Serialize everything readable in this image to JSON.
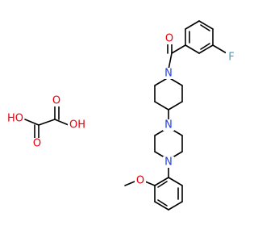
{
  "colors": {
    "bond": "#000000",
    "carbon": "#000000",
    "oxygen": "#e8000b",
    "nitrogen": "#1f3fe0",
    "fluorine": "#3aa0c8",
    "background": "#ffffff"
  },
  "atoms": {
    "ketone_o": "O",
    "fluorine": "F",
    "piperidine_n": "N",
    "piperazine_n_top": "N",
    "piperazine_n_bottom": "N",
    "methoxy_o": "O",
    "oxalic_o_top_left": "O",
    "oxalic_o_top_right": "O",
    "oxalic_oh_left": "HO",
    "oxalic_oh_right": "OH"
  }
}
